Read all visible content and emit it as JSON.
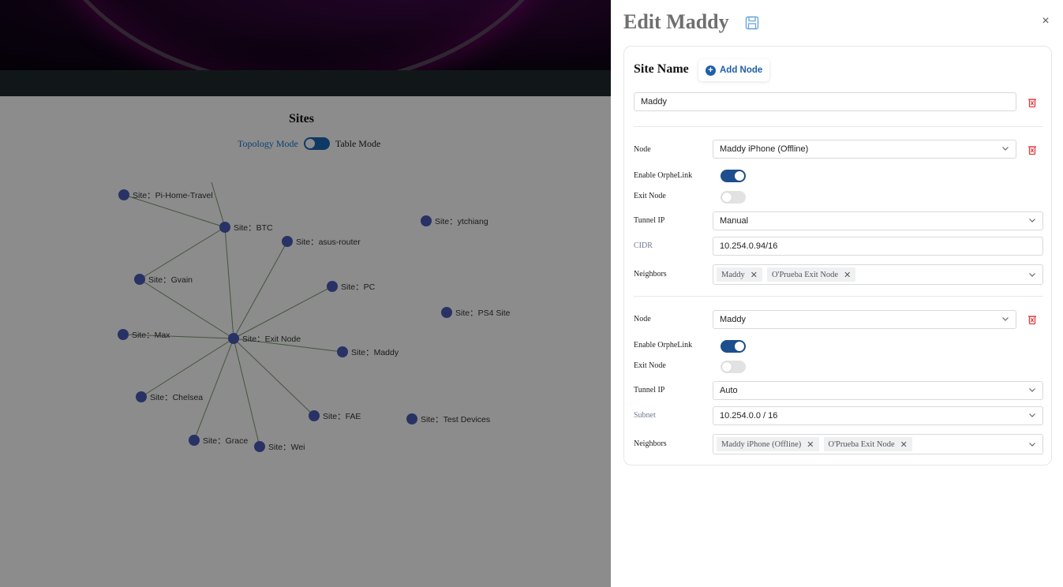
{
  "sites_page": {
    "title": "Sites",
    "mode_toggle": {
      "left_label": "Topology Mode",
      "right_label": "Table Mode"
    }
  },
  "topology": {
    "node_color": "#4a5bb8",
    "edge_color": "#7a9a70",
    "nodes": [
      {
        "id": "pi-home-travel",
        "label": "Site：Pi-Home-Travel"
      },
      {
        "id": "btc",
        "label": "Site：BTC"
      },
      {
        "id": "asus-router",
        "label": "Site：asus-router"
      },
      {
        "id": "ytchiang",
        "label": "Site：ytchiang"
      },
      {
        "id": "gvain",
        "label": "Site：Gvain"
      },
      {
        "id": "pc",
        "label": "Site：PC"
      },
      {
        "id": "ps4-site",
        "label": "Site：PS4 Site"
      },
      {
        "id": "max",
        "label": "Site：Max"
      },
      {
        "id": "exit-node",
        "label": "Site：Exit Node"
      },
      {
        "id": "maddy",
        "label": "Site：Maddy"
      },
      {
        "id": "chelsea",
        "label": "Site：Chelsea"
      },
      {
        "id": "fae",
        "label": "Site：FAE"
      },
      {
        "id": "test-devices",
        "label": "Site：Test Devices"
      },
      {
        "id": "grace",
        "label": "Site：Grace"
      },
      {
        "id": "wei",
        "label": "Site：Wei"
      }
    ],
    "edges": [
      [
        "pi-home-travel",
        "btc"
      ],
      [
        "btc",
        "gvain"
      ],
      [
        "btc",
        "exit-node"
      ],
      [
        "asus-router",
        "exit-node"
      ],
      [
        "gvain",
        "exit-node"
      ],
      [
        "pc",
        "exit-node"
      ],
      [
        "max",
        "exit-node"
      ],
      [
        "maddy",
        "exit-node"
      ],
      [
        "chelsea",
        "exit-node"
      ],
      [
        "fae",
        "exit-node"
      ],
      [
        "grace",
        "exit-node"
      ],
      [
        "wei",
        "exit-node"
      ]
    ]
  },
  "drawer": {
    "title": "Edit Maddy",
    "save_icon": "save-icon",
    "close_icon": "×",
    "site_name_label": "Site Name",
    "add_node_label": "Add Node",
    "site_name_value": "Maddy",
    "nodes": [
      {
        "node_label": "Node",
        "node_value": "Maddy iPhone (Offline)",
        "enable_label": "Enable OrpheLink",
        "enable_on": true,
        "exit_label": "Exit Node",
        "exit_on": false,
        "tunnel_label": "Tunnel IP",
        "tunnel_value": "Manual",
        "ip_label": "CIDR",
        "ip_value": "10.254.0.94/16",
        "neighbors_label": "Neighbors",
        "neighbors": [
          "Maddy",
          "O'Prueba Exit Node"
        ]
      },
      {
        "node_label": "Node",
        "node_value": "Maddy",
        "enable_label": "Enable OrpheLink",
        "enable_on": true,
        "exit_label": "Exit Node",
        "exit_on": false,
        "tunnel_label": "Tunnel IP",
        "tunnel_value": "Auto",
        "ip_label": "Subnet",
        "ip_value": "10.254.0.0 / 16",
        "neighbors_label": "Neighbors",
        "neighbors": [
          "Maddy iPhone (Offline)",
          "O'Prueba Exit Node"
        ]
      }
    ]
  },
  "colors": {
    "accent": "#1e5fa9",
    "toggle_on": "#1d4f8e",
    "danger": "#e0393e"
  }
}
